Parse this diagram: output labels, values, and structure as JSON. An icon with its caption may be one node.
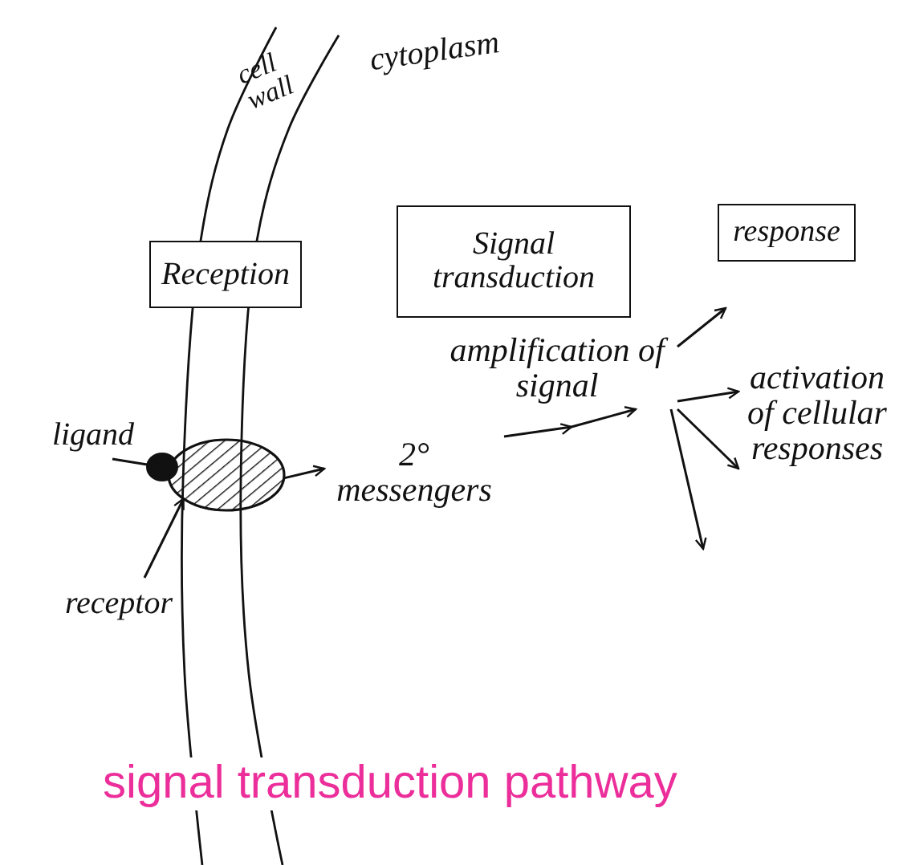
{
  "diagram": {
    "caption": "signal transduction pathway",
    "nodes": [
      {
        "text": [
          "Reception"
        ]
      },
      {
        "text": [
          "Signal transduction"
        ]
      },
      {
        "text": [
          "response"
        ]
      },
      {
        "text": [
          "ligand"
        ]
      },
      {
        "text": [],
        "shape": "circle"
      },
      {
        "text": [
          "receptor"
        ]
      },
      {
        "text": [],
        "shape": "oval"
      },
      {
        "text": [
          "2° messengers"
        ]
      },
      {
        "text": [
          "amplification of signal"
        ]
      },
      {
        "text": [
          "activation of cellular responses"
        ]
      }
    ],
    "edges": [
      {
        "from": 3,
        "to": 4,
        "arrow": "to"
      },
      {
        "from": 5,
        "to": 6,
        "arrow": "to"
      },
      {
        "from": 6,
        "to": 7,
        "arrow": "to"
      },
      {
        "from": 7,
        "to": 8,
        "arrow": "to"
      },
      {
        "from": 8,
        "to": null,
        "arrow": "to"
      },
      {
        "from": 8,
        "to": 9,
        "arrow": "to"
      },
      {
        "from": 8,
        "to": 9,
        "arrow": "to"
      },
      {
        "from": 8,
        "to": null,
        "arrow": "to"
      }
    ],
    "labels": [
      "cell wall",
      "cytoplasm"
    ]
  }
}
